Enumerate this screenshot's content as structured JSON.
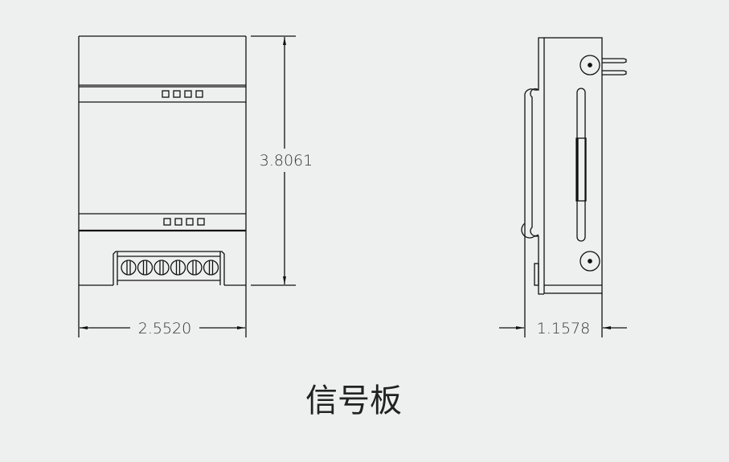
{
  "title": "信号板",
  "dimensions": {
    "front_height": "3.8061",
    "front_width": "2.5520",
    "side_depth": "1.1578"
  },
  "colors": {
    "line": "#111111",
    "background": "#eef0ef"
  }
}
